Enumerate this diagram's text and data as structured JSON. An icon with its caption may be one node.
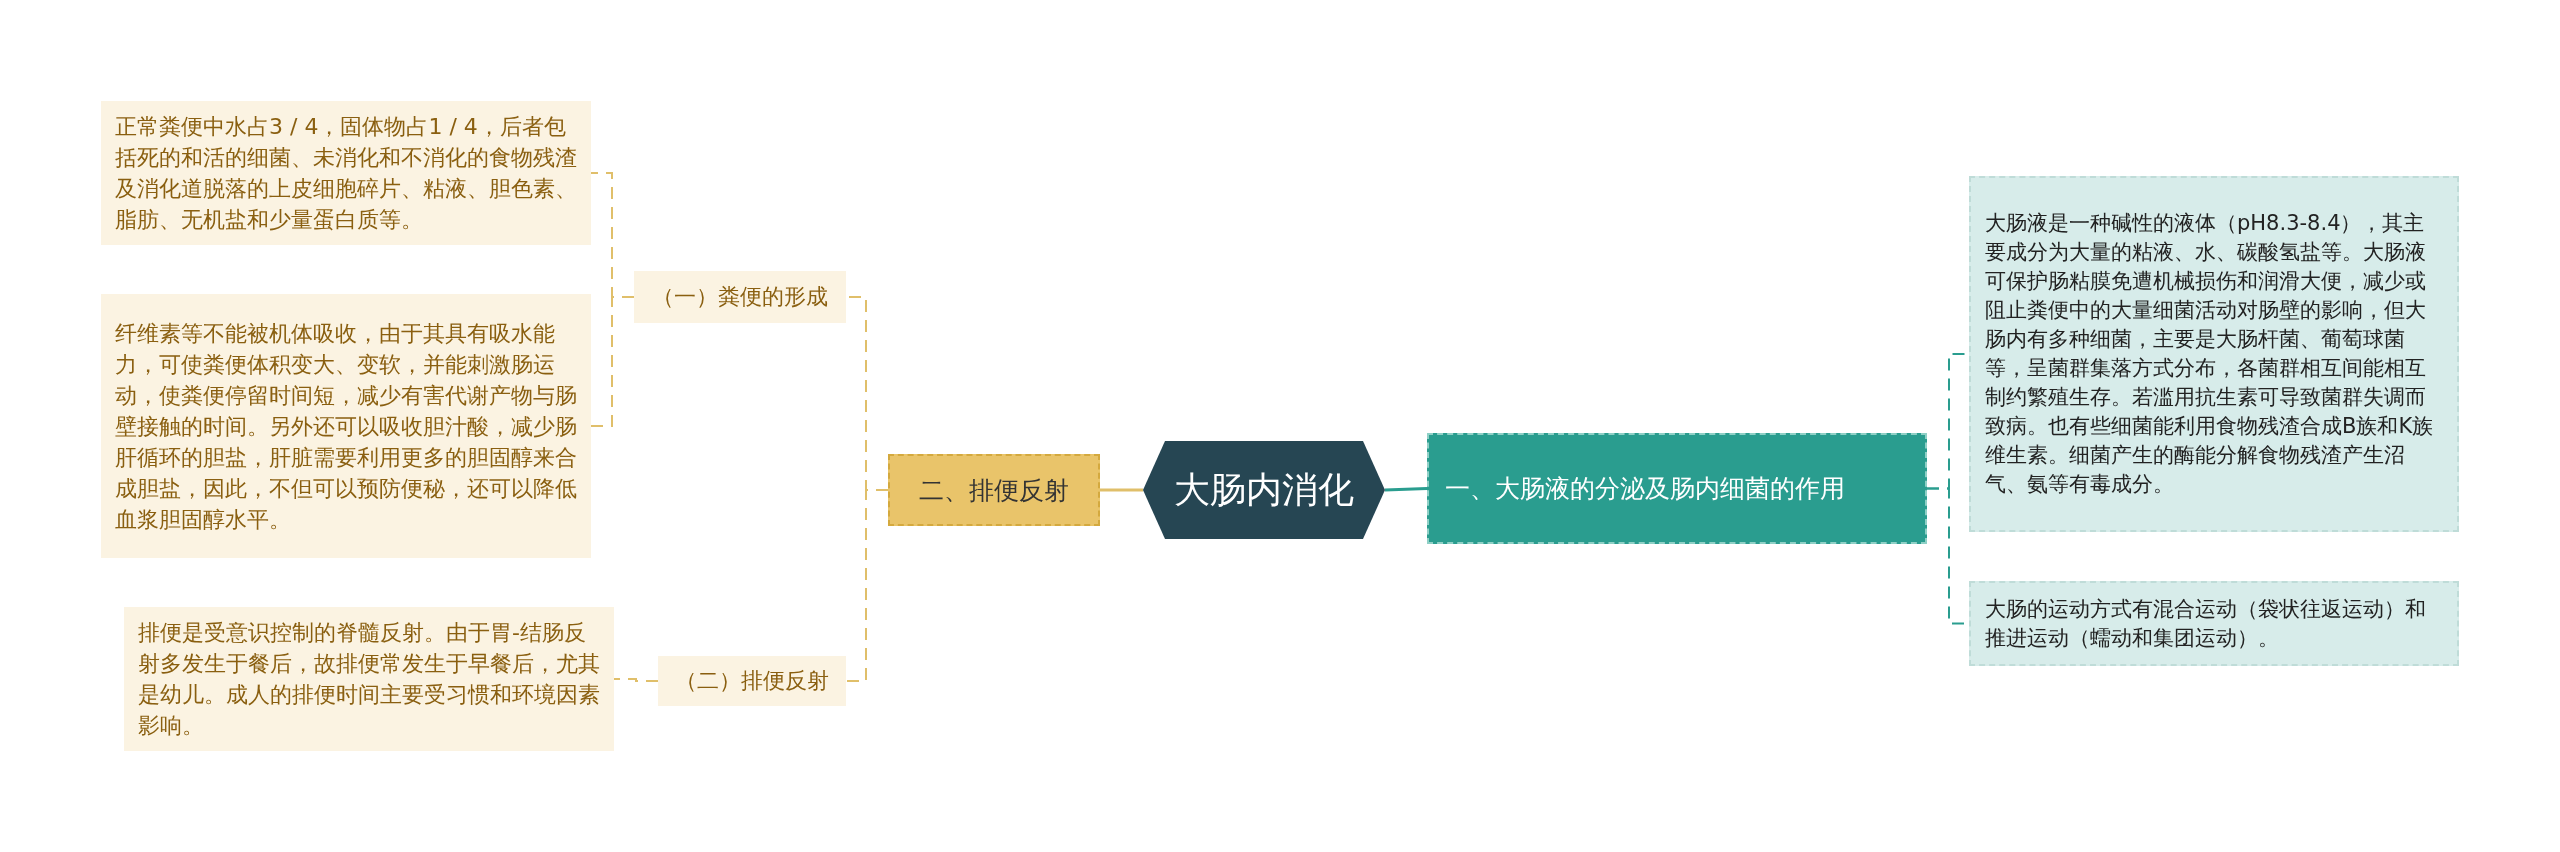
{
  "diagram": {
    "nodes": [
      {
        "text": [
          "大肠内消化"
        ]
      },
      {
        "text": [
          "一、大肠液的分泌及肠内细菌的作用"
        ]
      },
      {
        "text": [
          "大肠液是一种碱性的液体（pH8.3-8.4），其主要成分为大量的粘液、水、碳酸氢盐等。大肠液可保护肠粘膜免遭机械损伤和润滑大便，减少或阻止粪便中的大量细菌活动对肠壁的影响，但大肠内有多种细菌，主要是大肠杆菌、葡萄球菌等，呈菌群集落方式分布，各菌群相互间能相互制约繁殖生存。若滥用抗生素可导致菌群失调而致病。也有些细菌能利用食物残渣合成B族和K族维生素。细菌产生的酶能分解食物残渣产生沼气、氨等有毒成分。"
        ]
      },
      {
        "text": [
          "大肠的运动方式有混合运动（袋状往返运动）和推进运动（蠕动和集团运动）。"
        ]
      },
      {
        "text": [
          "二、排便反射"
        ]
      },
      {
        "text": [
          "（一）粪便的形成"
        ]
      },
      {
        "text": [
          "（二）排便反射"
        ]
      },
      {
        "text": [
          "正常粪便中水占3 / 4，固体物占1 / 4，后者包括死的和活的细菌、未消化和不消化的食物残渣及消化道脱落的上皮细胞碎片、粘液、胆色素、脂肪、无机盐和少量蛋白质等。"
        ]
      },
      {
        "text": [
          "纤维素等不能被机体吸收，由于其具有吸水能力，可使粪便体积变大、变软，并能刺激肠运动，使粪便停留时间短，减少有害代谢产物与肠壁接触的时间。另外还可以吸收胆汁酸，减少肠肝循环的胆盐，肝脏需要利用更多的胆固醇来合成胆盐，因此，不但可以预防便秘，还可以降低血浆胆固醇水平。"
        ]
      },
      {
        "text": [
          "排便是受意识控制的脊髓反射。由于胃-结肠反射多发生于餐后，故排便常发生于早餐后，尤其是幼儿。成人的排便时间主要受习惯和环境因素影响。"
        ]
      }
    ],
    "edges": [
      {
        "from": 0,
        "to": 1,
        "arrow": "none",
        "color": "#2a9d8f"
      },
      {
        "from": 1,
        "to": 2,
        "arrow": "none",
        "style": "dashed",
        "color": "#2a9d8f"
      },
      {
        "from": 1,
        "to": 3,
        "arrow": "none",
        "style": "dashed",
        "color": "#2a9d8f"
      },
      {
        "from": 0,
        "to": 4,
        "arrow": "none"
      },
      {
        "from": 4,
        "to": 5,
        "arrow": "none",
        "style": "dashed"
      },
      {
        "from": 4,
        "to": 6,
        "arrow": "none",
        "style": "dashed"
      },
      {
        "from": 5,
        "to": 7,
        "arrow": "none",
        "style": "dashed"
      },
      {
        "from": 5,
        "to": 8,
        "arrow": "none",
        "style": "dashed"
      },
      {
        "from": 6,
        "to": 9,
        "arrow": "none",
        "style": "dashed"
      }
    ]
  }
}
